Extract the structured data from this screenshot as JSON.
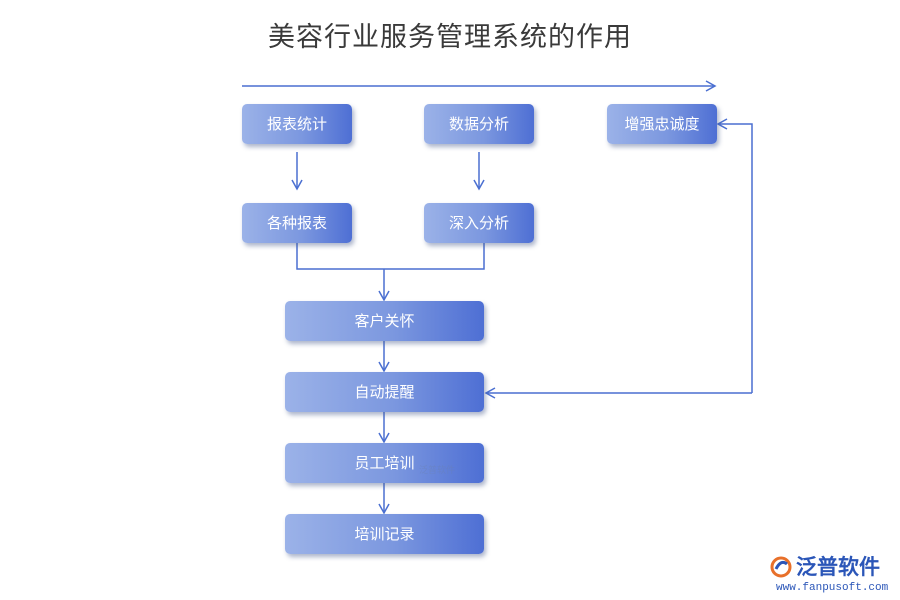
{
  "title": "美容行业服务管理系统的作用",
  "nodes": {
    "report_stats": "报表统计",
    "data_analysis": "数据分析",
    "loyalty": "增强忠诚度",
    "various_reports": "各种报表",
    "deep_analysis": "深入分析",
    "customer_care": "客户关怀",
    "auto_reminder": "自动提醒",
    "staff_training": "员工培训",
    "training_records": "培训记录"
  },
  "colors": {
    "node_start": "#9bb2e8",
    "node_end": "#4e6fd4",
    "connector": "#4a6fd1",
    "brand": "#2b56b8",
    "title": "#3a3a3a"
  },
  "watermark": "泛普软件",
  "brand": {
    "logo_icon": "fanpu-logo-icon",
    "name": "泛普软件",
    "url": "www.fanpusoft.com"
  }
}
